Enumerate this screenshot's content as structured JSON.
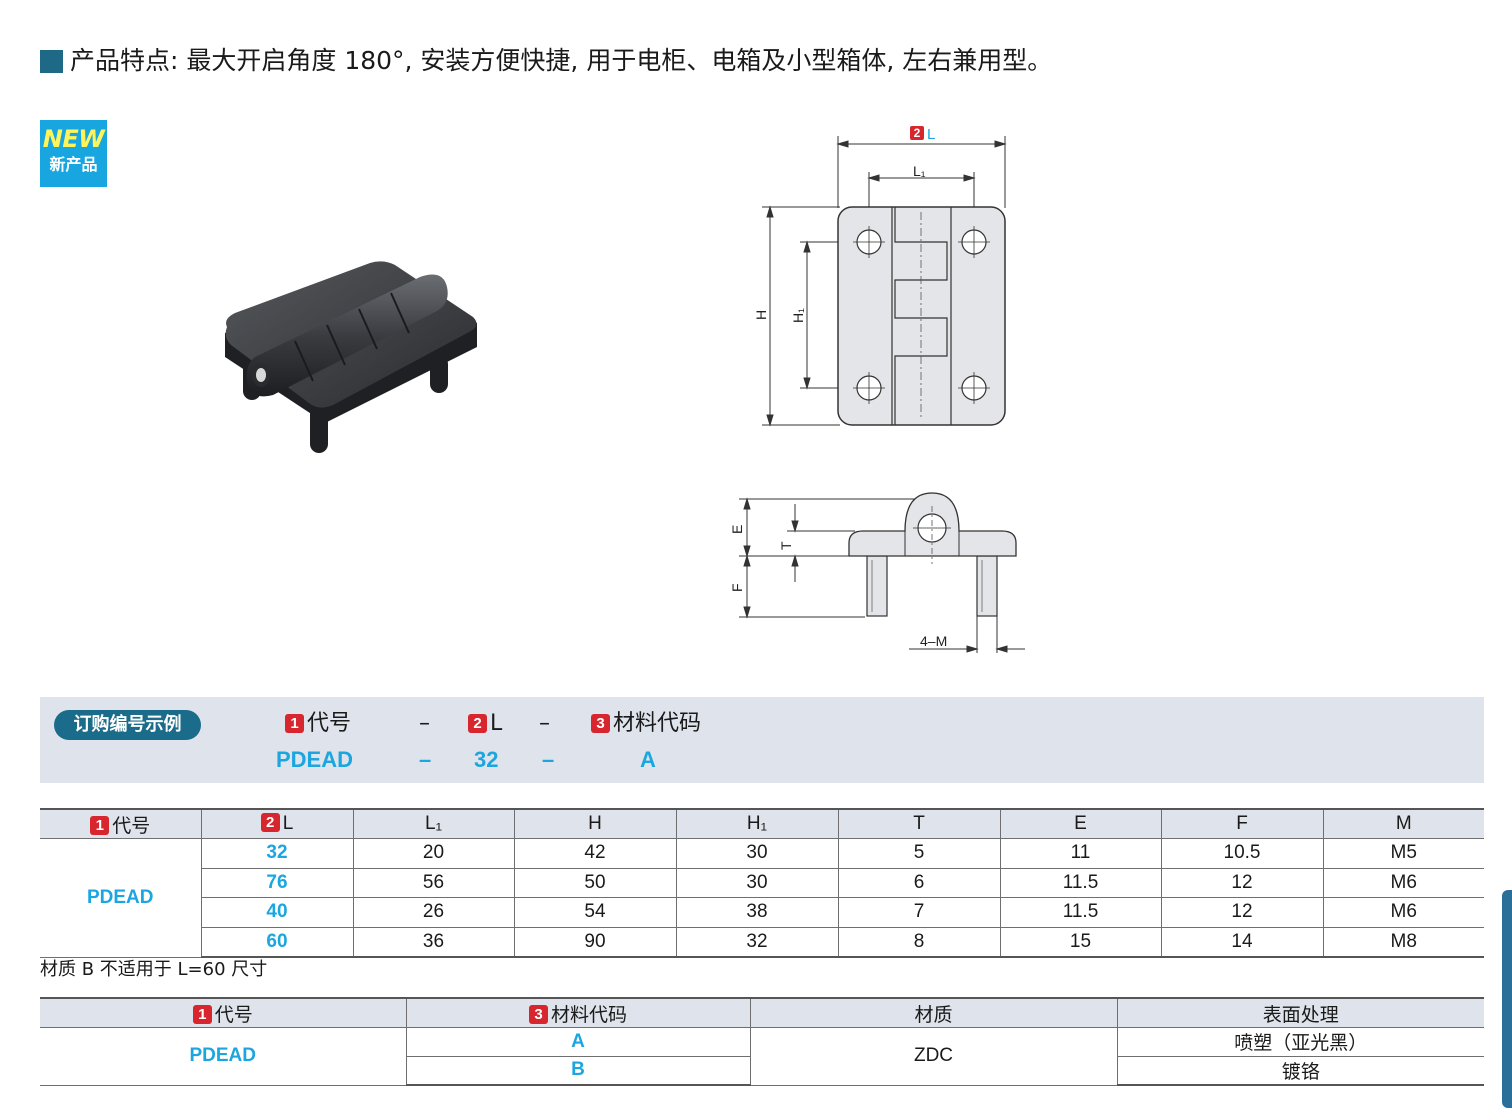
{
  "header": {
    "features": "产品特点: 最大开启角度 180°, 安装方便快捷, 用于电柜、电箱及小型箱体, 左右兼用型。"
  },
  "badge": {
    "new": "NEW",
    "sub": "新产品"
  },
  "drawing": {
    "dim_L": "L",
    "dim_L_num": "2",
    "dim_L1": "L₁",
    "dim_H": "H",
    "dim_H1": "H₁",
    "dim_E": "E",
    "dim_T": "T",
    "dim_F": "F",
    "dim_4M": "4–M"
  },
  "order": {
    "title": "订购编号示例",
    "labels": [
      {
        "num": "1",
        "text": "代号"
      },
      {
        "num": "2",
        "text": "L"
      },
      {
        "num": "3",
        "text": "材料代码"
      }
    ],
    "dash": "–",
    "values": [
      "PDEAD",
      "32",
      "A"
    ]
  },
  "specs": {
    "headers": [
      {
        "num": "1",
        "text": "代号"
      },
      {
        "num": "2",
        "text": "L"
      },
      {
        "text": "L₁"
      },
      {
        "text": "H"
      },
      {
        "text": "H₁"
      },
      {
        "text": "T"
      },
      {
        "text": "E"
      },
      {
        "text": "F"
      },
      {
        "text": "M"
      }
    ],
    "code": "PDEAD",
    "rows": [
      [
        "32",
        "20",
        "42",
        "30",
        "5",
        "11",
        "10.5",
        "M5"
      ],
      [
        "76",
        "56",
        "50",
        "30",
        "6",
        "11.5",
        "12",
        "M6"
      ],
      [
        "40",
        "26",
        "54",
        "38",
        "7",
        "11.5",
        "12",
        "M6"
      ],
      [
        "60",
        "36",
        "90",
        "32",
        "8",
        "15",
        "14",
        "M8"
      ]
    ]
  },
  "note": "材质 B 不适用于 L=60 尺寸",
  "materials": {
    "headers": [
      {
        "num": "1",
        "text": "代号"
      },
      {
        "num": "3",
        "text": "材料代码"
      },
      {
        "text": "材质"
      },
      {
        "text": "表面处理"
      }
    ],
    "code": "PDEAD",
    "rows": [
      {
        "code": "A",
        "finish": "喷塑（亚光黑）"
      },
      {
        "code": "B",
        "finish": "镀铬"
      }
    ],
    "material": "ZDC"
  }
}
